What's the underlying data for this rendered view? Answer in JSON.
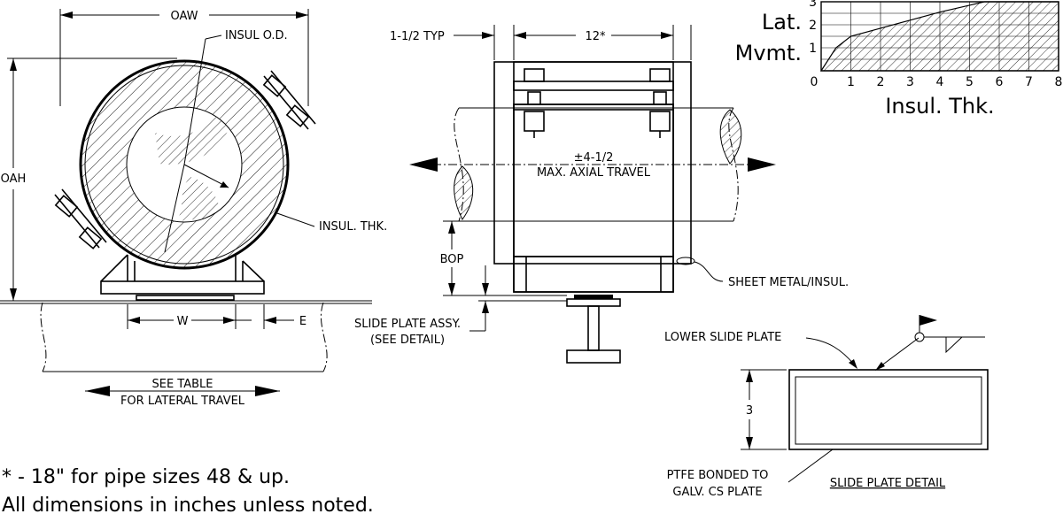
{
  "front_view": {
    "oaw": "OAW",
    "insul_od": "INSUL O.D.",
    "oah": "OAH",
    "insul_thk": "INSUL. THK.",
    "w": "W",
    "e": "E",
    "see_table_line1": "SEE TABLE",
    "see_table_line2": "FOR LATERAL TRAVEL"
  },
  "side_view": {
    "typ": "1-1/2 TYP",
    "width_12": "12*",
    "axial_line1": "±4-1/2",
    "axial_line2": "MAX. AXIAL TRAVEL",
    "bop": "BOP",
    "sheet_metal": "SHEET METAL/INSUL.",
    "slide_assy_line1": "SLIDE PLATE ASSY.",
    "slide_assy_line2": "(SEE DETAIL)"
  },
  "detail": {
    "lower_plate": "LOWER SLIDE PLATE",
    "dim_3": "3",
    "ptfe_line1": "PTFE BONDED TO",
    "ptfe_line2": "GALV. CS PLATE",
    "title": "SLIDE PLATE DETAIL"
  },
  "notes": {
    "line1": "* - 18\" for pipe sizes 48 & up.",
    "line2": "All dimensions in inches unless noted."
  },
  "chart_data": {
    "type": "area",
    "title": "",
    "xlabel": "Insul. Thk.",
    "ylabel_line1": "Lat.",
    "ylabel_line2": "Mvmt.",
    "xlim": [
      0,
      8
    ],
    "ylim": [
      0,
      3
    ],
    "x_ticks": [
      "0",
      "1",
      "2",
      "3",
      "4",
      "5",
      "6",
      "7",
      "8"
    ],
    "y_ticks": [
      "1",
      "2",
      "3"
    ],
    "grid": true,
    "x": [
      0.5,
      1,
      2,
      3,
      4,
      5,
      5.5
    ],
    "y": [
      1,
      1.5,
      1.85,
      2.2,
      2.55,
      2.85,
      3
    ]
  }
}
